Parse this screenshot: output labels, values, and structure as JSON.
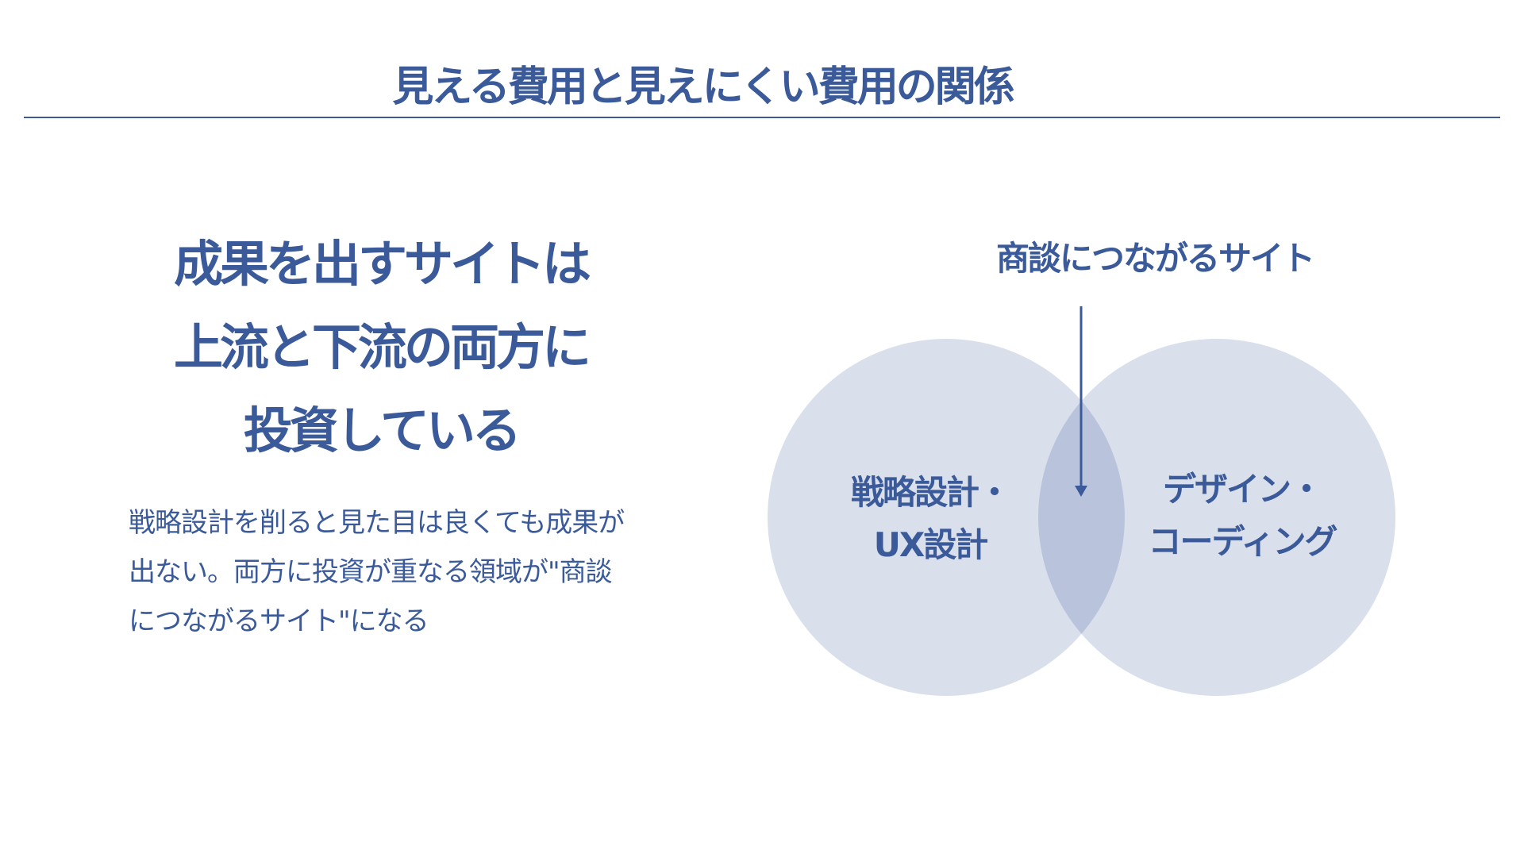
{
  "slide": {
    "title": "見える費用と見えにくい費用の関係",
    "headline": {
      "lines": [
        "成果を出すサイトは",
        "上流と下流の両方に",
        "投資している"
      ]
    },
    "body": {
      "lines": [
        "戦略設計を削ると見た目は良くても成果が",
        "出ない。両方に投資が重なる領域が\"商談",
        "につながるサイト\"になる"
      ]
    }
  },
  "venn": {
    "intersection_label": "商談につながるサイト",
    "left_circle": {
      "label_lines": [
        "戦略設計・",
        "UX設計"
      ]
    },
    "right_circle": {
      "label_lines": [
        "デザイン・",
        "コーディング"
      ]
    },
    "colors": {
      "text": "#3b5a9a",
      "circle_fill": "#d9dfeb",
      "overlap_fill": "#b9c4dc",
      "arrow": "#3b5a9a"
    }
  }
}
